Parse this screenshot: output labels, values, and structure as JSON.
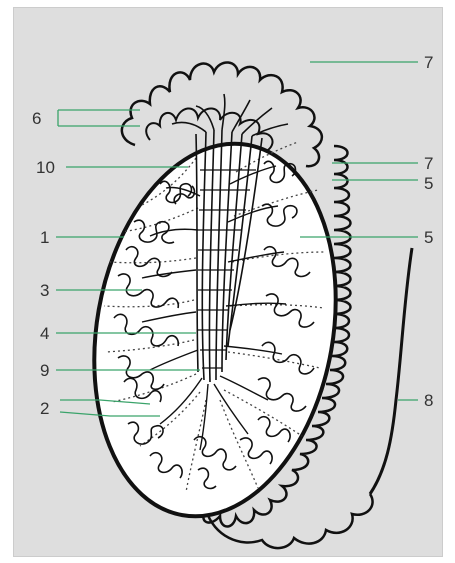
{
  "figure": {
    "background": "#dedede",
    "leader_color": "#3aa36a",
    "ink_color": "#111111"
  },
  "labels": {
    "l1": "1",
    "l2": "2",
    "l3": "3",
    "l4": "4",
    "l5a": "5",
    "l5b": "5",
    "l6": "6",
    "l7a": "7",
    "l7b": "7",
    "l8": "8",
    "l9": "9",
    "l10": "10"
  }
}
